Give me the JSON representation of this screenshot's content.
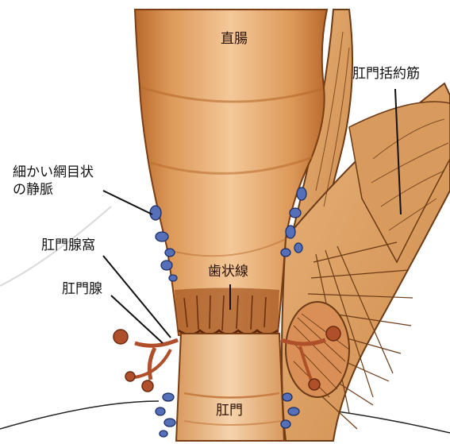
{
  "labels": {
    "rectum": "直腸",
    "anal_sphincter": "肛門括約筋",
    "veins_line1": "細かい網目状",
    "veins_line2": "の静脈",
    "anal_crypt": "肛門腺窩",
    "anal_gland": "肛門腺",
    "dentate_line": "歯状線",
    "anus": "肛門"
  },
  "colors": {
    "rectum_light": "#f2c391",
    "rectum_mid": "#d99251",
    "rectum_dark": "#a85a23",
    "muscle": "#e0a266",
    "muscle_line": "#6b3a16",
    "vein_fill": "#5570b8",
    "vein_stroke": "#1e2f66",
    "gland": "#b0502b"
  }
}
